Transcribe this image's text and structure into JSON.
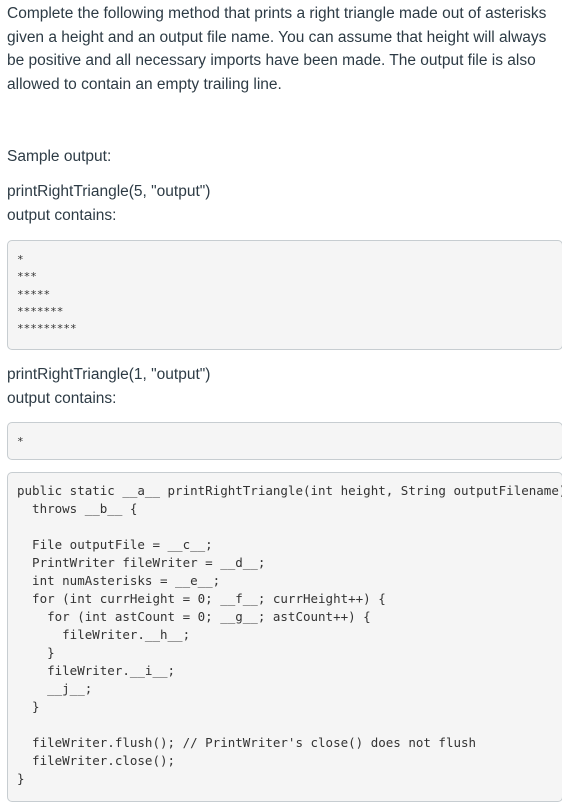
{
  "question": {
    "prompt": "Complete the following method that prints a right triangle made out of asterisks given a height and an output file name. You can assume that height will always be positive and all necessary imports have been made. The output file is also allowed to contain an empty trailing line.",
    "sample_heading": "Sample output:"
  },
  "examples": [
    {
      "call": "printRightTriangle(5, \"output\")",
      "label": "output contains:",
      "lines": [
        "*",
        "***",
        "*****",
        "*******",
        "*********"
      ]
    },
    {
      "call": "printRightTriangle(1, \"output\")",
      "label": "output contains:",
      "lines": [
        "*"
      ]
    }
  ],
  "code": {
    "lines": [
      "public static __a__ printRightTriangle(int height, String outputFilename)",
      "  throws __b__ {",
      "",
      "  File outputFile = __c__;",
      "  PrintWriter fileWriter = __d__;",
      "  int numAsterisks = __e__;",
      "  for (int currHeight = 0; __f__; currHeight++) {",
      "    for (int astCount = 0; __g__; astCount++) {",
      "      fileWriter.__h__;",
      "    }",
      "    fileWriter.__i__;",
      "    __j__;",
      "  }",
      "",
      "  fileWriter.flush(); // PrintWriter's close() does not flush",
      "  fileWriter.close();",
      "}"
    ]
  }
}
